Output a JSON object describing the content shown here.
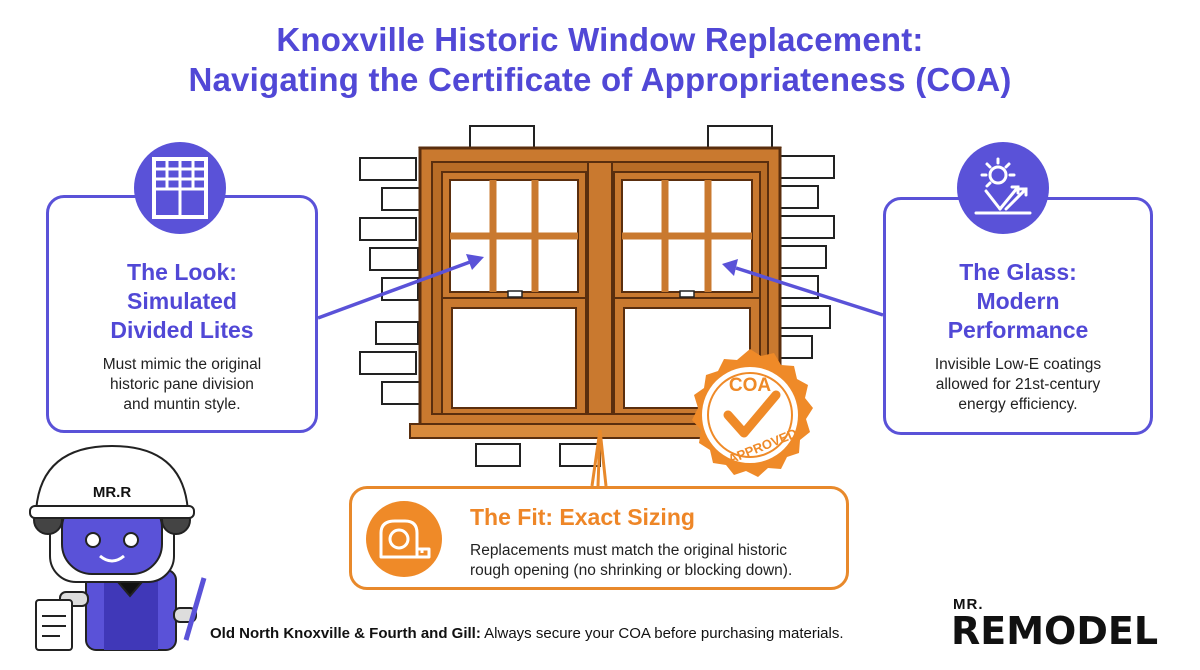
{
  "title": {
    "line1": "Knoxville Historic Window Replacement:",
    "line2": "Navigating the Certificate of Appropriateness (COA)"
  },
  "look": {
    "heading": [
      "The Look:",
      "Simulated",
      "Divided Lites"
    ],
    "description": [
      "Must mimic the original",
      "historic pane division",
      "and muntin style."
    ],
    "icon": "window-grid-icon"
  },
  "glass": {
    "heading": [
      "The Glass:",
      "Modern",
      "Performance"
    ],
    "description": [
      "Invisible Low-E coatings",
      "allowed for 21st-century",
      "energy efficiency."
    ],
    "icon": "sun-reflect-icon"
  },
  "fit": {
    "heading": "The Fit: Exact Sizing",
    "description": [
      "Replacements must match the original historic",
      "rough opening (no shrinking or blocking down)."
    ],
    "icon": "tape-measure-icon"
  },
  "badge": {
    "top": "COA",
    "bottom": "APPROVED"
  },
  "mascot": {
    "helmet_text": "MR.R"
  },
  "footer": {
    "bold": "Old North Knoxville & Fourth and Gill:",
    "text": " Always secure your COA before purchasing materials."
  },
  "brand": {
    "top": "MR.",
    "main": "REMODEL"
  },
  "colors": {
    "purple": "#5a52d8",
    "orange": "#ef8a28",
    "wood": "#c9792f",
    "wood_dark": "#8a4b17"
  }
}
